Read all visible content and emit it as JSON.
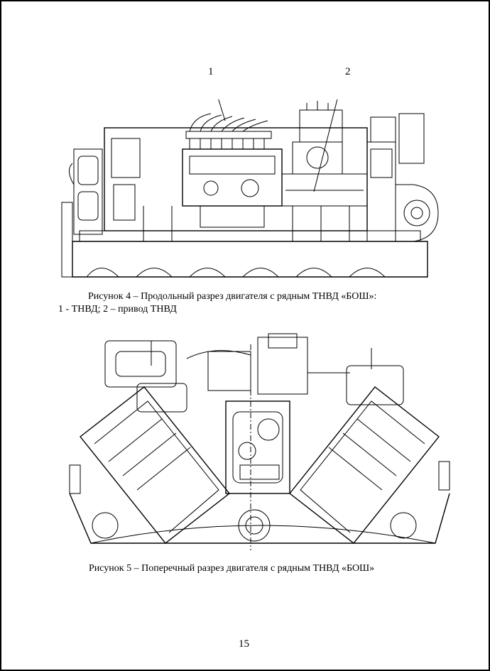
{
  "figure4": {
    "callouts": [
      "1",
      "2"
    ],
    "caption_line1": "Рисунок 4 – Продольный разрез двигателя с рядным ТНВД «БОШ»:",
    "caption_line2": "1 - ТНВД; 2 – привод ТНВД"
  },
  "figure5": {
    "caption": "Рисунок 5 – Поперечный разрез двигателя с рядным ТНВД «БОШ»"
  },
  "page_number": "15"
}
